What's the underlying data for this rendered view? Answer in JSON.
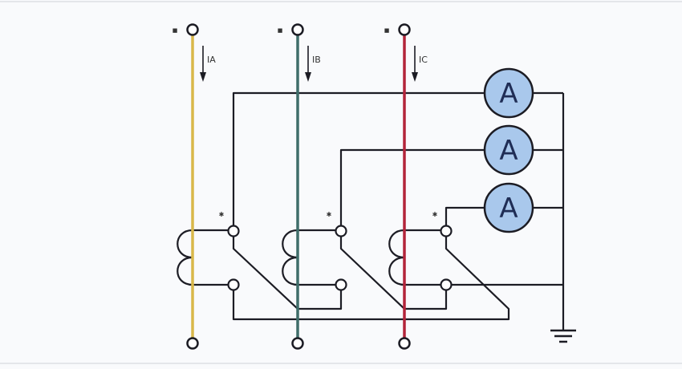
{
  "diagram": {
    "title": "Three-phase current transformer ammeter wiring",
    "phases": [
      {
        "id": "A",
        "terminal_mark": "■",
        "current_label": "IA",
        "color": "#d9b84a",
        "ct_mark": "✱"
      },
      {
        "id": "B",
        "terminal_mark": "■",
        "current_label": "IB",
        "color": "#3f6e6a",
        "ct_mark": "✱"
      },
      {
        "id": "C",
        "terminal_mark": "■",
        "current_label": "IC",
        "color": "#b3243a",
        "ct_mark": "✱"
      }
    ],
    "ammeters": [
      {
        "symbol": "A",
        "fill": "#a9c8ec"
      },
      {
        "symbol": "A",
        "fill": "#a9c8ec"
      },
      {
        "symbol": "A",
        "fill": "#a9c8ec"
      }
    ],
    "ground": {
      "symbol": "ground"
    },
    "wire_color": "#1c1c24"
  }
}
